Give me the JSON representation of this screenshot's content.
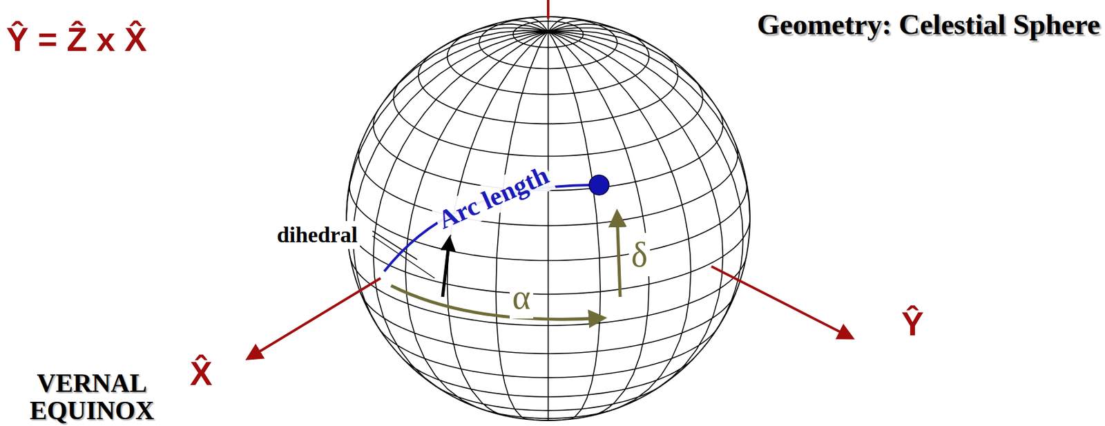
{
  "diagram": {
    "title": "Geometry: Celestial Sphere",
    "labels": [
      "Ŷ = Ẑ x X̂",
      "Arc length",
      "dihedral",
      "α",
      "δ",
      "Ŷ",
      "VERNAL EQUINOX",
      "X̂"
    ]
  }
}
